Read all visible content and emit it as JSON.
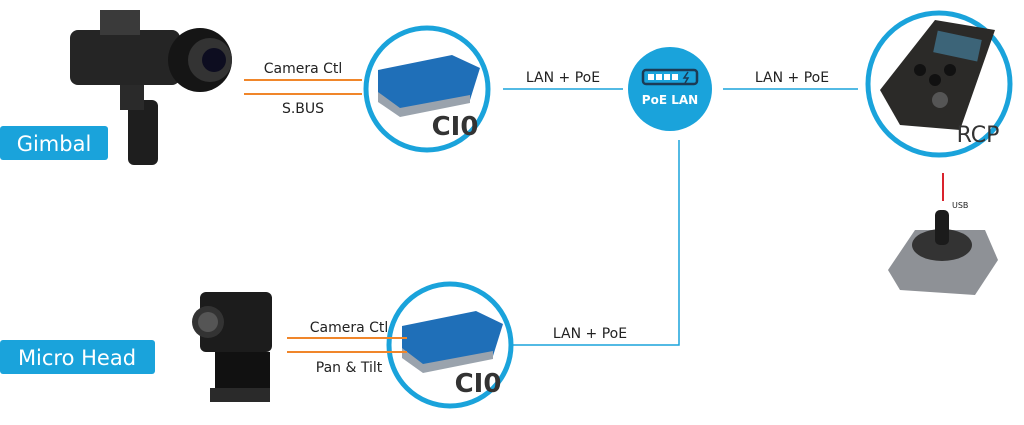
{
  "colors": {
    "accent": "#1aa3db",
    "signal": "#f0862a",
    "usb": "#d9232d"
  },
  "labels": {
    "gimbal": "Gimbal",
    "micro_head": "Micro Head",
    "cio_top": "CI0",
    "cio_bottom": "CI0",
    "poe_lan": "PoE LAN",
    "rcp": "RCP",
    "usb": "USB"
  },
  "links": {
    "gimbal_camera": "Camera Ctl",
    "gimbal_sbus": "S.BUS",
    "cio_top_lan": "LAN + PoE",
    "rcp_lan": "LAN + PoE",
    "cio_bottom_lan": "LAN + PoE",
    "head_camera": "Camera Ctl",
    "head_pantilt": "Pan & Tilt"
  }
}
